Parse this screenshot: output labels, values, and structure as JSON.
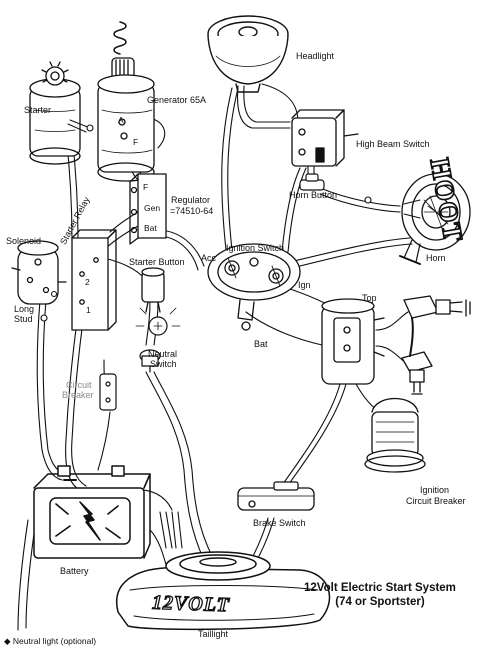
{
  "diagram": {
    "title_line1": "12Volt Electric Start System",
    "title_line2": "(74 or Sportster)",
    "labels": {
      "headlight": "Headlight",
      "starter": "Starter",
      "generator": "Generator 65A",
      "generator_a": "A",
      "generator_f": "F",
      "high_beam_switch": "High Beam Switch",
      "horn_button": "Horn Button",
      "regulator_f": "F",
      "regulator_gen": "Gen",
      "regulator_bat": "Bat",
      "regulator_line1": "Regulator",
      "regulator_line2": "=74510-64",
      "solenoid": "Solenoid",
      "starter_relay": "Starter Relay",
      "relay_terminal_2": "2",
      "relay_terminal_1": "1",
      "starter_button": "Starter Button",
      "ignition_switch": "Ignition Switch",
      "acc": "Acc",
      "ign": "Ign",
      "bat": "Bat",
      "top": "Top",
      "horn": "Horn",
      "long_stud_line1": "Long",
      "long_stud_line2": "Stud",
      "neutral_switch_line1": "Neutral",
      "neutral_switch_line2": "Switch",
      "circuit_breaker_line1": "Circuit",
      "circuit_breaker_line2": "Breaker",
      "ignition_circuit_breaker_line1": "Ignition",
      "ignition_circuit_breaker_line2": "Circuit Breaker",
      "battery": "Battery",
      "brake_switch": "Brake Switch",
      "taillight": "Taillight",
      "neutral_light": "Neutral light (optional)",
      "hoot_text": "HOOT",
      "volt_text": "12VOLT"
    }
  },
  "colors": {
    "ink": "#111111",
    "paper": "#ffffff",
    "faded_label": "#8a8a8a"
  }
}
